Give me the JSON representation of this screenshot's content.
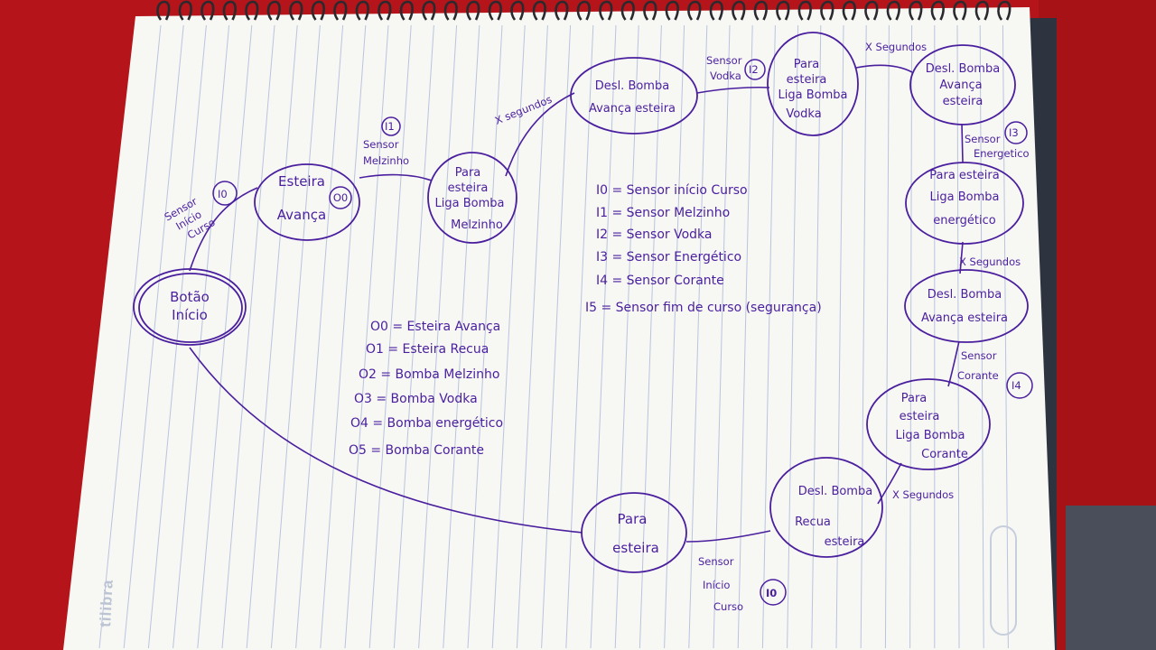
{
  "notebook": {
    "brand": "tilibra"
  },
  "diagram": {
    "states": {
      "inicio": [
        "Botão",
        "Início"
      ],
      "esteira_avanca": [
        "Esteira",
        "Avança"
      ],
      "liga_melzinho": [
        "Para",
        "esteira",
        "Liga Bomba",
        "Melzinho"
      ],
      "desl_avanca_1": [
        "Desl. Bomba",
        "Avança esteira"
      ],
      "liga_vodka": [
        "Para",
        "esteira",
        "Liga Bomba",
        "Vodka"
      ],
      "desl_avanca_2": [
        "Desl. Bomba",
        "Avança",
        "esteira"
      ],
      "liga_energetico": [
        "Para esteira",
        "Liga Bomba",
        "energético"
      ],
      "desl_avanca_3": [
        "Desl. Bomba",
        "Avança esteira"
      ],
      "liga_corante": [
        "Para",
        "esteira",
        "Liga Bomba",
        "Corante"
      ],
      "desl_recua": [
        "Desl. Bomba",
        "Recua",
        "esteira"
      ],
      "para_esteira": [
        "Para",
        "esteira"
      ]
    },
    "state_tags": {
      "esteira_avanca": "O0"
    },
    "transitions": {
      "t_inicio": [
        "Sensor",
        "Início",
        "Curso"
      ],
      "t_inicio_tag": "I0",
      "t_melzinho": [
        "Sensor",
        "Melzinho"
      ],
      "t_melzinho_tag": "I1",
      "t_seg_1": "X segundos",
      "t_vodka": [
        "Sensor",
        "Vodka"
      ],
      "t_vodka_tag": "I2",
      "t_seg_2": "X Segundos",
      "t_energetico": [
        "Sensor",
        "Energetico"
      ],
      "t_energetico_tag": "I3",
      "t_seg_3": "X Segundos",
      "t_corante": [
        "Sensor",
        "Corante"
      ],
      "t_corante_tag": "I4",
      "t_seg_4": "X Segundos",
      "t_fim": [
        "Sensor",
        "Início",
        "Curso"
      ],
      "t_fim_tag": "I0"
    },
    "inputs": [
      "I0 = Sensor início Curso",
      "I1 = Sensor Melzinho",
      "I2 = Sensor Vodka",
      "I3 = Sensor Energético",
      "I4 = Sensor Corante",
      "I5 = Sensor fim de curso (segurança)"
    ],
    "outputs": [
      "O0 = Esteira Avança",
      "O1 = Esteira Recua",
      "O2 = Bomba Melzinho",
      "O3 = Bomba Vodka",
      "O4 = Bomba energético",
      "O5 = Bomba Corante"
    ]
  },
  "colors": {
    "ink": "#4a1f9e",
    "paper": "#f7f7f4",
    "rule": "#b9c4de",
    "table": "#b4141a"
  }
}
